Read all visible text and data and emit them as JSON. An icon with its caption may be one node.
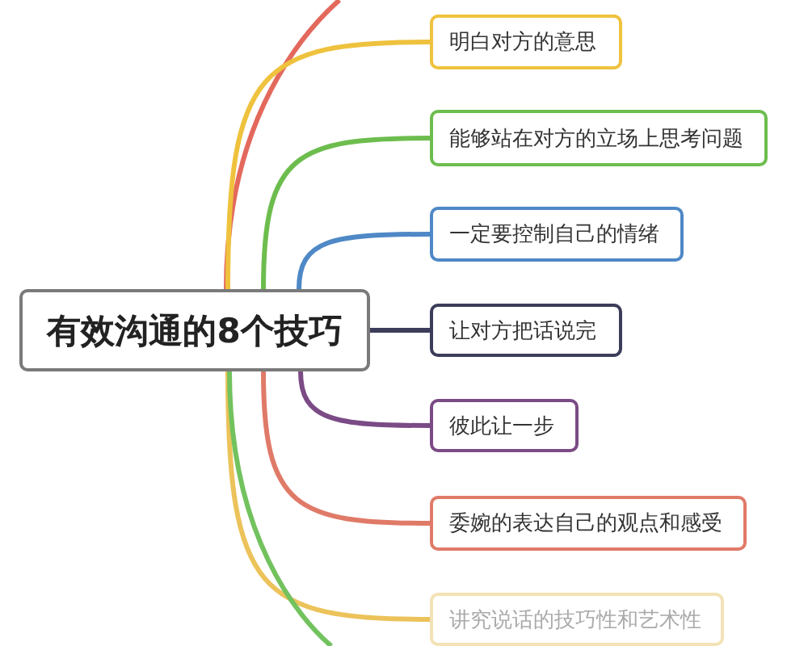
{
  "diagram": {
    "nodes": [
      {
        "text": [
          "有效沟通的8个技巧"
        ]
      },
      {
        "text": [
          "明白对方的意思"
        ]
      },
      {
        "text": [
          "能够站在对方的立场上思考问题"
        ]
      },
      {
        "text": [
          "一定要控制自己的情绪"
        ]
      },
      {
        "text": [
          "让对方把话说完"
        ]
      },
      {
        "text": [
          "彼此让一步"
        ]
      },
      {
        "text": [
          "委婉的表达自己的观点和感受"
        ]
      },
      {
        "text": [
          "讲究说话的技巧性和艺术性"
        ]
      }
    ],
    "edges": [
      {
        "from": 0,
        "to": null,
        "arrow": "none",
        "color": "#e3695c"
      },
      {
        "from": 0,
        "to": 1,
        "arrow": "none",
        "color": "#efc23e"
      },
      {
        "from": 0,
        "to": 2,
        "arrow": "none",
        "color": "#6dbd4e"
      },
      {
        "from": 0,
        "to": 3,
        "arrow": "none",
        "color": "#4f88c6"
      },
      {
        "from": 0,
        "to": 4,
        "arrow": "none",
        "color": "#3b3d5a"
      },
      {
        "from": 0,
        "to": 5,
        "arrow": "none",
        "color": "#7b4b86"
      },
      {
        "from": 0,
        "to": 6,
        "arrow": "none",
        "color": "#e07a68"
      },
      {
        "from": 0,
        "to": 7,
        "arrow": "none",
        "color": "#ecc25a"
      },
      {
        "from": 0,
        "to": null,
        "arrow": "none",
        "color": "#72c25e"
      }
    ]
  }
}
